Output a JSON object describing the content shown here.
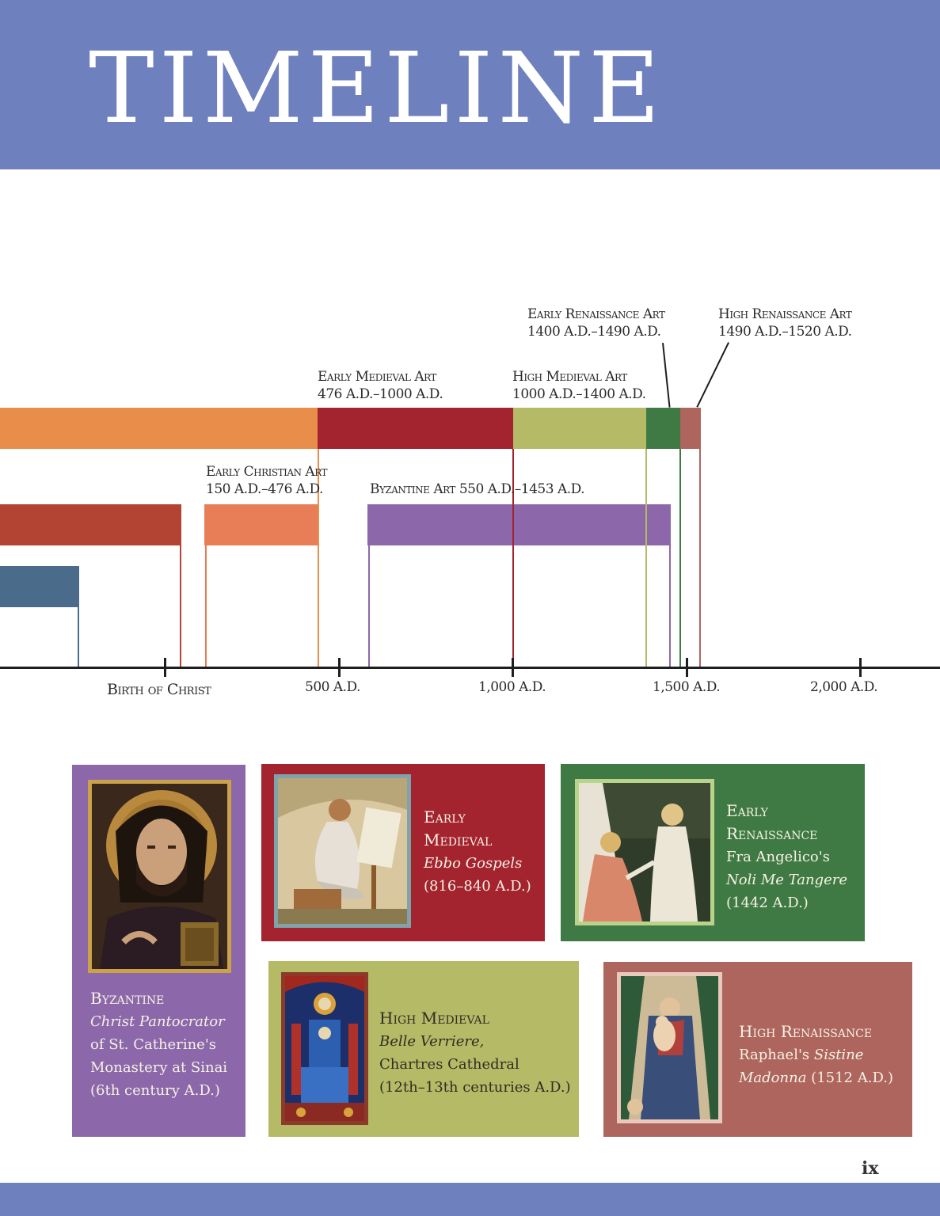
{
  "header": {
    "title": "TIMELINE"
  },
  "timeline": {
    "axis_labels": [
      "Birth of Christ",
      "500 A.D.",
      "1,000 A.D.",
      "1,500 A.D.",
      "2,000 A.D."
    ],
    "eras": {
      "early_medieval": {
        "name": "Early Medieval Art",
        "dates": "476 A.D.–1000 A.D.",
        "color": "#a3232f"
      },
      "high_medieval": {
        "name": "High Medieval Art",
        "dates": "1000 A.D.–1400 A.D.",
        "color": "#b5ba67"
      },
      "early_renaissance": {
        "name": "Early Renaissance Art",
        "dates": "1400 A.D.–1490 A.D.",
        "color": "#3f7a44"
      },
      "high_renaissance": {
        "name": "High Renaissance Art",
        "dates": "1490 A.D.–1520 A.D.",
        "color": "#ad655e"
      },
      "early_christian": {
        "name": "Early Christian Art",
        "dates": "150 A.D.–476 A.D.",
        "color": "#e87e57"
      },
      "byzantine": {
        "name": "Byzantine Art",
        "dates": "550 A.D.–1453 A.D.",
        "color": "#8c68ab"
      }
    },
    "colors": {
      "orange_bar": "#e98d4a",
      "rust_bar": "#b34433",
      "slate_bar": "#4b6b8a"
    }
  },
  "cards": {
    "byzantine": {
      "title": "Byzantine",
      "line1": "Christ Pantocrator",
      "line2": "of St. Catherine's",
      "line3": "Monastery at Sinai",
      "line4": "(6th century A.D.)",
      "color": "#8c68ab"
    },
    "early_medieval": {
      "title1": "Early",
      "title2": "Medieval",
      "line1": "Ebbo Gospels",
      "line2": "(816–840 A.D.)",
      "color": "#a3232f"
    },
    "early_renaissance": {
      "title1": "Early",
      "title2": "Renaissance",
      "line1": "Fra Angelico's",
      "line2": "Noli Me Tangere",
      "line3": "(1442 A.D.)",
      "color": "#3f7a44"
    },
    "high_medieval": {
      "title": "High Medieval",
      "line1": "Belle Verriere,",
      "line2": "Chartres Cathedral",
      "line3": "(12th–13th centuries A.D.)",
      "color": "#b5ba67"
    },
    "high_renaissance": {
      "title": "High Renaissance",
      "line1_plain": "Raphael's ",
      "line1_italic": "Sistine",
      "line2_italic": "Madonna",
      "line2_plain": " (1512 A.D.)",
      "color": "#ad655e"
    }
  },
  "footer": {
    "page_number": "ix"
  }
}
